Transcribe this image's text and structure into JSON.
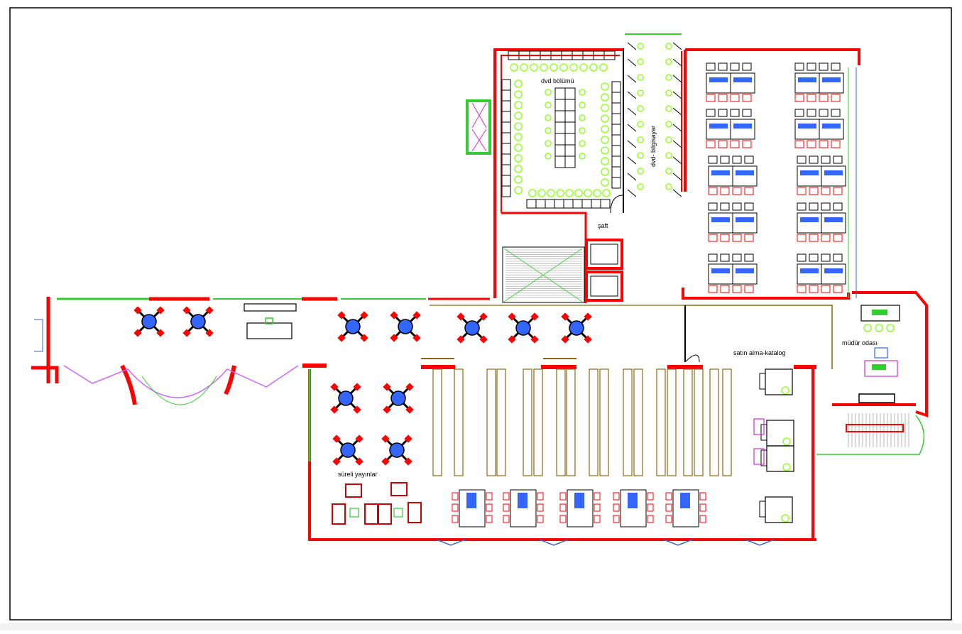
{
  "rooms": {
    "dvd": "dvd bölümü",
    "computers": "dvd- bilgisayar",
    "shaft": "şaft",
    "periodicals": "süreli yayınlar",
    "purchasing": "satın alma-katalog",
    "director": "müdür odası"
  },
  "colors": {
    "wall": "#ff0000",
    "glazing": "#33cc33",
    "furniture": "#000000",
    "chair": "#99ff33",
    "shelf": "#8b6914",
    "table_tag": "#3366ff",
    "note": "#cc33cc",
    "armchair": "#cc0000"
  }
}
